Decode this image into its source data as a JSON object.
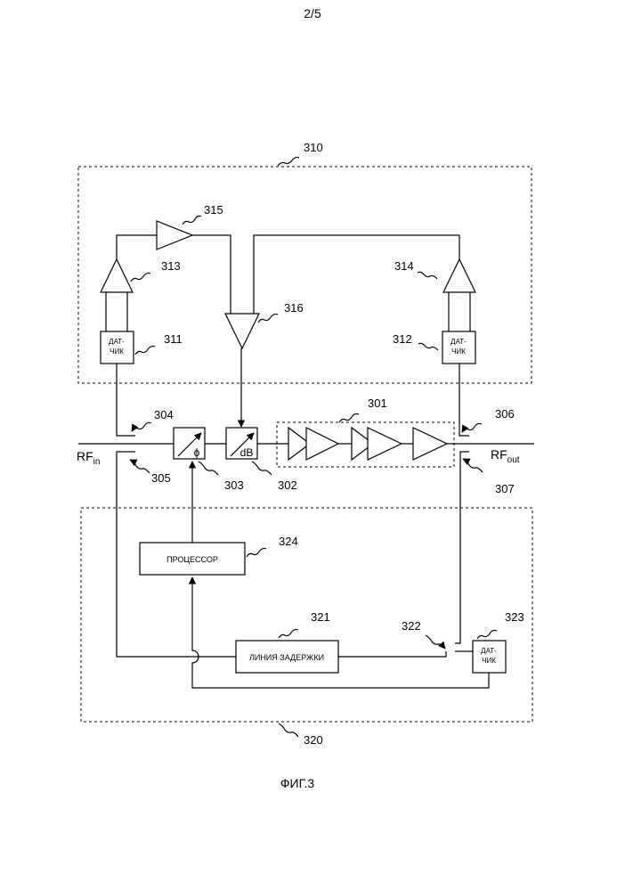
{
  "page_number": "2/5",
  "caption": "ФИГ.3",
  "rf_in": {
    "main": "RF",
    "sub": "in"
  },
  "rf_out": {
    "main": "RF",
    "sub": "out"
  },
  "blocks": {
    "sensor_311": [
      "ДАТ-",
      "ЧИК"
    ],
    "sensor_312": [
      "ДАТ-",
      "ЧИК"
    ],
    "sensor_323": [
      "ДАТ-",
      "ЧИК"
    ],
    "processor": "ПРОЦЕССОР",
    "delay_line": "ЛИНИЯ ЗАДЕРЖКИ",
    "phase_symbol": "ϕ",
    "attenuator_symbol": "dB"
  },
  "refs": {
    "r310": "310",
    "r315": "315",
    "r313": "313",
    "r314": "314",
    "r316": "316",
    "r311": "311",
    "r312": "312",
    "r304": "304",
    "r301": "301",
    "r306": "306",
    "r305": "305",
    "r303": "303",
    "r302": "302",
    "r307": "307",
    "r324": "324",
    "r321": "321",
    "r322": "322",
    "r323": "323",
    "r320": "320"
  }
}
